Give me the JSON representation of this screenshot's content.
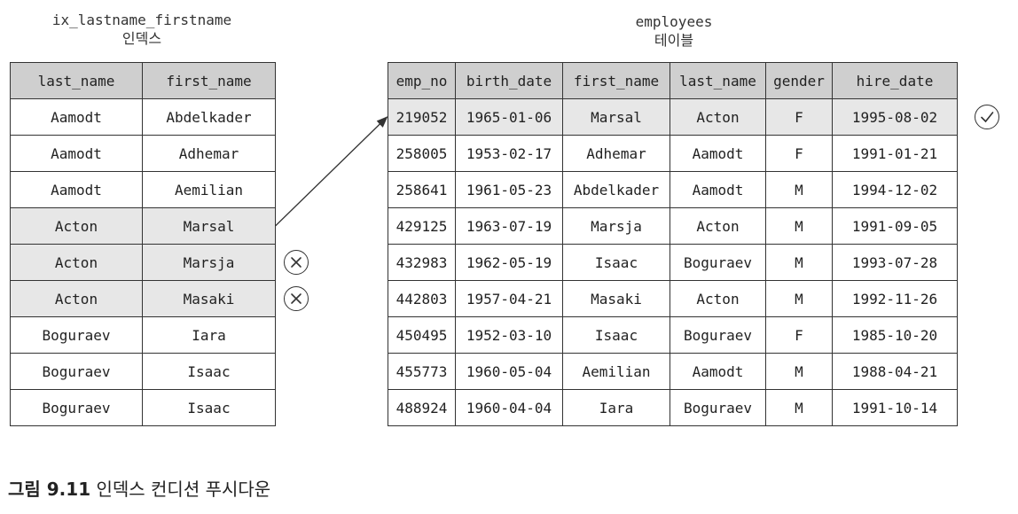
{
  "index": {
    "title": "ix_lastname_firstname",
    "subtitle": "인덱스",
    "columns": [
      "last_name",
      "first_name"
    ],
    "rows": [
      [
        "Aamodt",
        "Abdelkader"
      ],
      [
        "Aamodt",
        "Adhemar"
      ],
      [
        "Aamodt",
        "Aemilian"
      ],
      [
        "Acton",
        "Marsal"
      ],
      [
        "Acton",
        "Marsja"
      ],
      [
        "Acton",
        "Masaki"
      ],
      [
        "Boguraev",
        "Iara"
      ],
      [
        "Boguraev",
        "Isaac"
      ],
      [
        "Boguraev",
        "Isaac"
      ]
    ],
    "highlighted_rows": [
      3,
      4,
      5
    ],
    "rejected_rows": [
      4,
      5
    ]
  },
  "employees": {
    "title": "employees",
    "subtitle": "테이블",
    "columns": [
      "emp_no",
      "birth_date",
      "first_name",
      "last_name",
      "gender",
      "hire_date"
    ],
    "rows": [
      [
        "219052",
        "1965-01-06",
        "Marsal",
        "Acton",
        "F",
        "1995-08-02"
      ],
      [
        "258005",
        "1953-02-17",
        "Adhemar",
        "Aamodt",
        "F",
        "1991-01-21"
      ],
      [
        "258641",
        "1961-05-23",
        "Abdelkader",
        "Aamodt",
        "M",
        "1994-12-02"
      ],
      [
        "429125",
        "1963-07-19",
        "Marsja",
        "Acton",
        "M",
        "1991-09-05"
      ],
      [
        "432983",
        "1962-05-19",
        "Isaac",
        "Boguraev",
        "M",
        "1993-07-28"
      ],
      [
        "442803",
        "1957-04-21",
        "Masaki",
        "Acton",
        "M",
        "1992-11-26"
      ],
      [
        "450495",
        "1952-03-10",
        "Isaac",
        "Boguraev",
        "F",
        "1985-10-20"
      ],
      [
        "455773",
        "1960-05-04",
        "Aemilian",
        "Aamodt",
        "M",
        "1988-04-21"
      ],
      [
        "488924",
        "1960-04-04",
        "Iara",
        "Boguraev",
        "M",
        "1991-10-14"
      ]
    ],
    "highlighted_rows": [
      0
    ],
    "accepted_rows": [
      0
    ]
  },
  "pointer": {
    "from_index_row": 3,
    "to_employee_row": 0
  },
  "figure_caption": {
    "label": "그림 9.11",
    "text": "인덱스 컨디션 푸시다운"
  },
  "colors": {
    "header_fill": "#cfcfcf",
    "highlight_fill": "#e7e7e7",
    "border": "#333333"
  }
}
